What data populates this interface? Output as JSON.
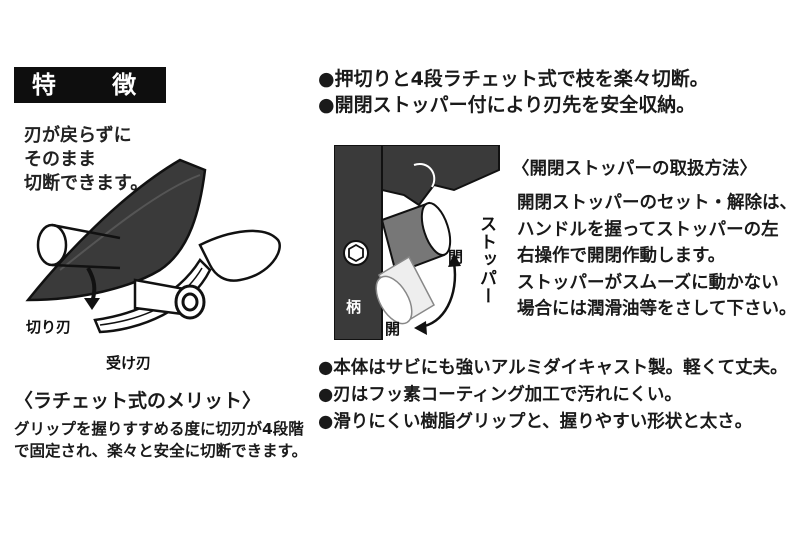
{
  "heading": "特 徴",
  "left": {
    "note_lines": [
      "刃が戻らずに",
      "そのまま",
      "切断できます。"
    ],
    "label_blade": "切り刃",
    "label_receiver": "受け刃",
    "caption": "〈ラチェット式のメリット〉",
    "desc_lines": [
      "グリップを握りすすめる度に切刃が4段階",
      "で固定され、楽々と安全に切断できます。"
    ]
  },
  "right": {
    "features_top": [
      "●押切りと4段ラチェット式で枝を楽々切断。",
      "●開閉ストッパー付により刃先を安全収納。"
    ],
    "stopper": {
      "title": "〈開閉ストッパーの取扱方法〉",
      "lines": [
        "開閉ストッパーのセット・解除は、",
        "ハンドルを握ってストッパーの左",
        "右操作で開閉作動します。",
        "ストッパーがスムーズに動かない",
        "場合には潤滑油等をさして下さい。"
      ],
      "label_handle": "柄",
      "label_close": "閉",
      "label_open": "開",
      "label_stopper": "ストッパー"
    },
    "features_bottom": [
      "●本体はサビにも強いアルミダイキャスト製。軽くて丈夫。",
      "●刃はフッ素コーティング加工で汚れにくい。",
      "●滑りにくい樹脂グリップと、握りやすい形状と太さ。"
    ]
  },
  "colors": {
    "dark": "#0e0e0e",
    "blade_gray": "#3a3a3a",
    "light": "#ffffff"
  }
}
